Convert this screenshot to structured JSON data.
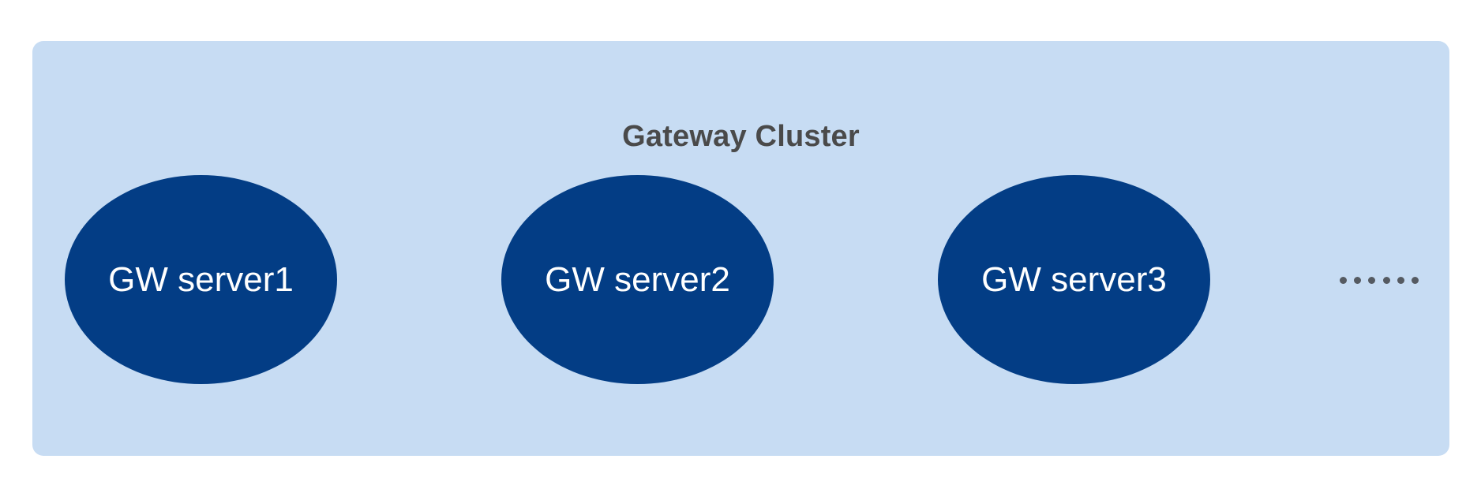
{
  "diagram": {
    "title": "Gateway Cluster",
    "panel_color": "#c7dcf3",
    "title_color": "#4a4a4a",
    "node_color": "#033d85",
    "node_label_color": "#ffffff",
    "ellipsis_dot_color": "#555a61",
    "canvas_background": "#ffffff",
    "nodes": [
      {
        "label": "GW server1"
      },
      {
        "label": "GW server2"
      },
      {
        "label": "GW server3"
      }
    ],
    "ellipsis": {
      "name": "more-gateway-servers",
      "dot_count": 6,
      "text": "······"
    }
  }
}
